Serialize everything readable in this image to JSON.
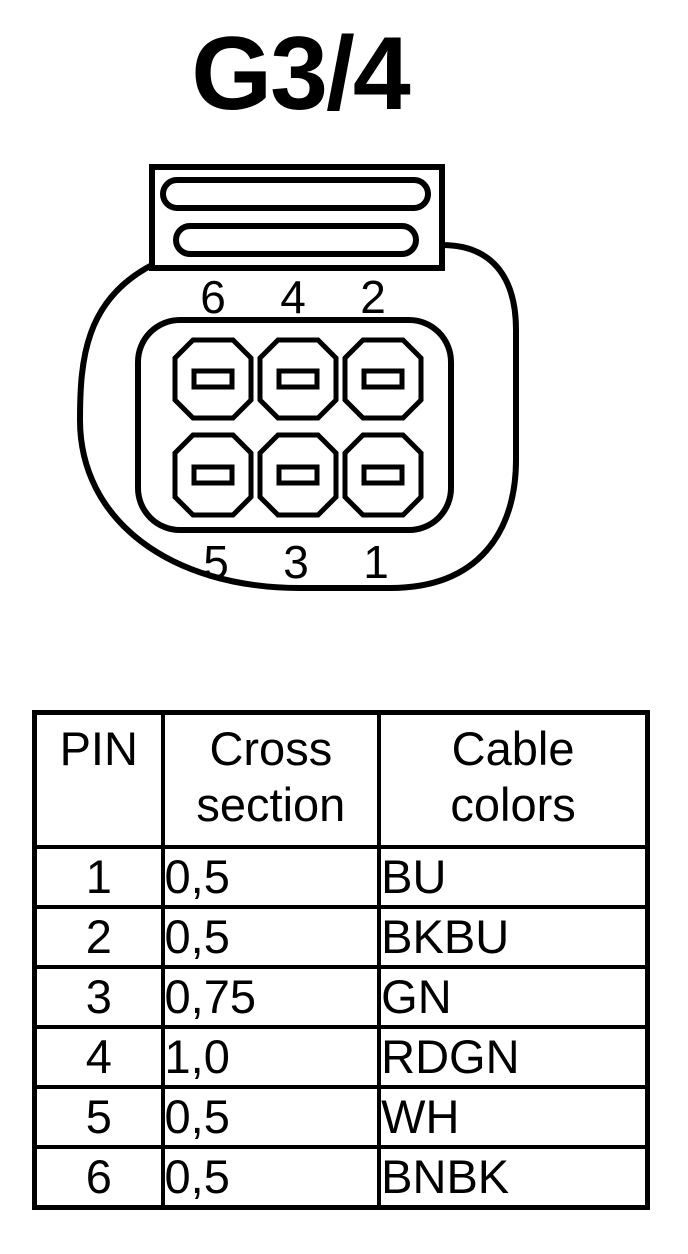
{
  "title": "G3/4",
  "connector": {
    "top_pin_labels": [
      "6",
      "4",
      "2"
    ],
    "bottom_pin_labels": [
      "5",
      "3",
      "1"
    ]
  },
  "table": {
    "headers": {
      "pin": "PIN",
      "cross_section": [
        "Cross",
        "section"
      ],
      "cable_colors": [
        "Cable",
        "colors"
      ]
    },
    "rows": [
      {
        "pin": "1",
        "cross_section": "0,5",
        "color": "BU"
      },
      {
        "pin": "2",
        "cross_section": "0,5",
        "color": "BKBU"
      },
      {
        "pin": "3",
        "cross_section": "0,75",
        "color": "GN"
      },
      {
        "pin": "4",
        "cross_section": "1,0",
        "color": "RDGN"
      },
      {
        "pin": "5",
        "cross_section": "0,5",
        "color": "WH"
      },
      {
        "pin": "6",
        "cross_section": "0,5",
        "color": "BNBK"
      }
    ]
  }
}
